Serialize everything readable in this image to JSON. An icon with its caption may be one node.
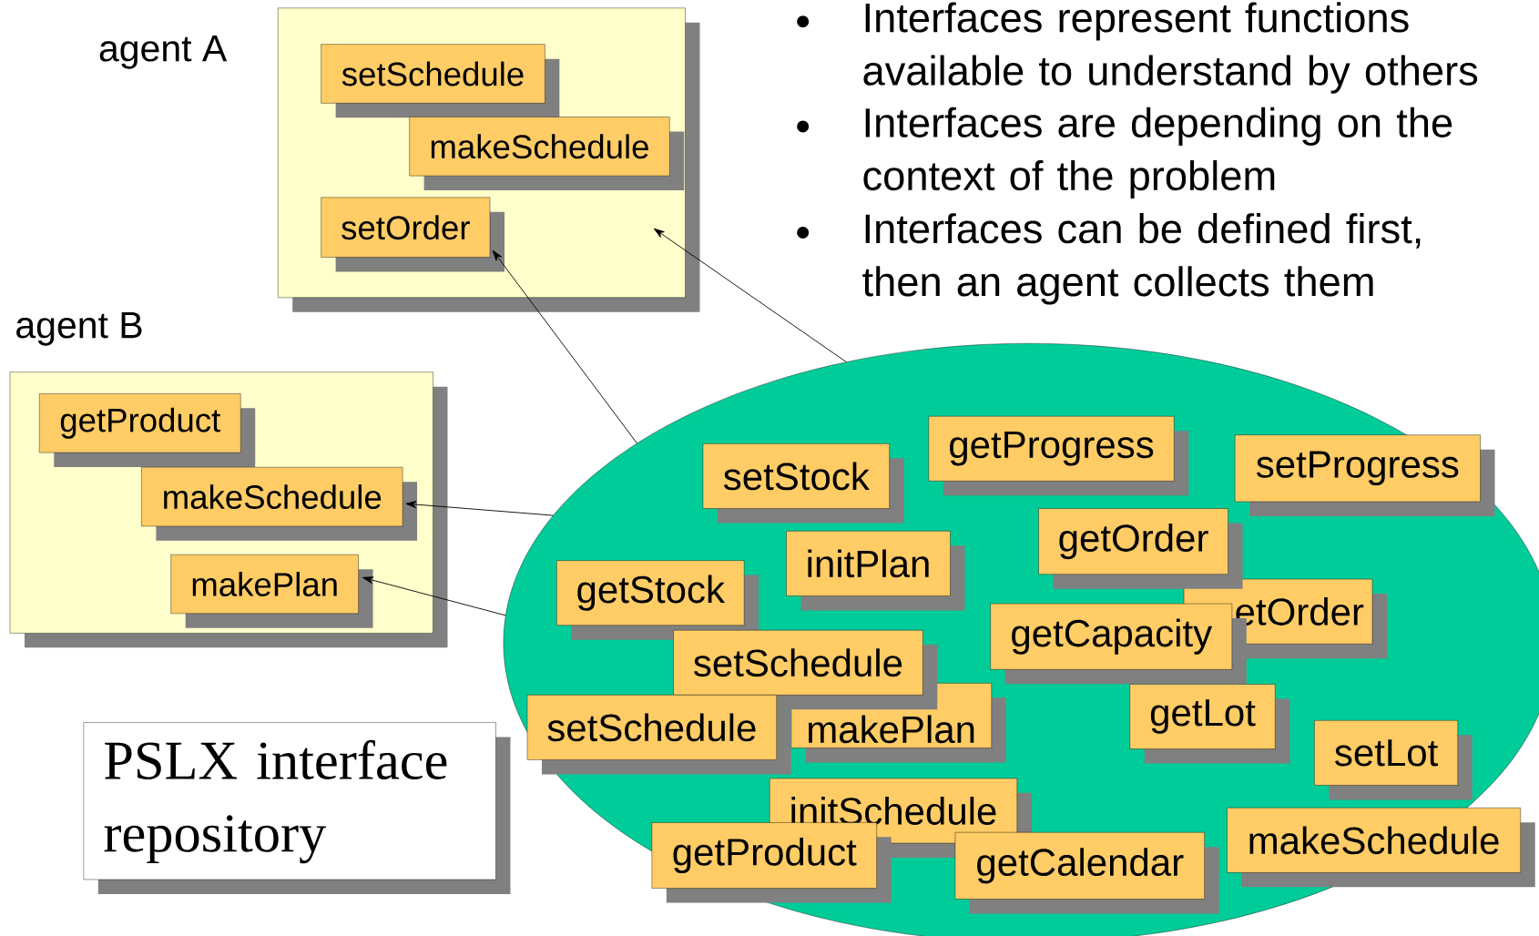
{
  "diagram": {
    "nodes": [
      {
        "text": [
          "agent A"
        ]
      },
      {
        "text": [
          "setSchedule"
        ],
        "in": 0
      },
      {
        "text": [
          "makeSchedule"
        ],
        "in": 0
      },
      {
        "text": [
          "setOrder"
        ],
        "in": 0
      },
      {
        "text": [
          "agent B"
        ]
      },
      {
        "text": [
          "getProduct"
        ],
        "in": 4
      },
      {
        "text": [
          "makeSchedule"
        ],
        "in": 4
      },
      {
        "text": [
          "makePlan"
        ],
        "in": 4
      },
      {
        "text": [
          "PSLX interface repository"
        ]
      },
      {
        "text": [],
        "shape": "ellipse"
      },
      {
        "text": [
          "getProgress"
        ],
        "in": 9
      },
      {
        "text": [
          "setProgress"
        ],
        "in": 9
      },
      {
        "text": [
          "setStock"
        ],
        "in": 9
      },
      {
        "text": [
          "getOrder"
        ],
        "in": 9
      },
      {
        "text": [
          "initPlan"
        ],
        "in": 9
      },
      {
        "text": [
          "getStock"
        ],
        "in": 9
      },
      {
        "text": [
          "etOrder"
        ],
        "in": 9
      },
      {
        "text": [
          "getCapacity"
        ],
        "in": 9
      },
      {
        "text": [
          "setSchedule"
        ],
        "in": 9
      },
      {
        "text": [
          "makePlan"
        ],
        "in": 9
      },
      {
        "text": [
          "getLot"
        ],
        "in": 9
      },
      {
        "text": [
          "setSchedule"
        ],
        "in": 9
      },
      {
        "text": [
          "setLot"
        ],
        "in": 9
      },
      {
        "text": [
          "initSchedule"
        ],
        "in": 9
      },
      {
        "text": [
          "makeSchedule"
        ],
        "in": 9
      },
      {
        "text": [
          "getProduct"
        ],
        "in": 9
      },
      {
        "text": [
          "getCalendar"
        ],
        "in": 9
      }
    ],
    "edges": [
      {
        "from": 9,
        "to": 0,
        "arrow": "to"
      },
      {
        "from": 9,
        "to": 3,
        "arrow": "to"
      },
      {
        "from": 9,
        "to": 6,
        "arrow": "to"
      },
      {
        "from": 9,
        "to": 7,
        "arrow": "to"
      }
    ],
    "labels": [
      "Interfaces represent functions available to understand by others",
      "Interfaces are depending on the context of the problem",
      "Interfaces can be defined first, then an agent collects them"
    ]
  }
}
